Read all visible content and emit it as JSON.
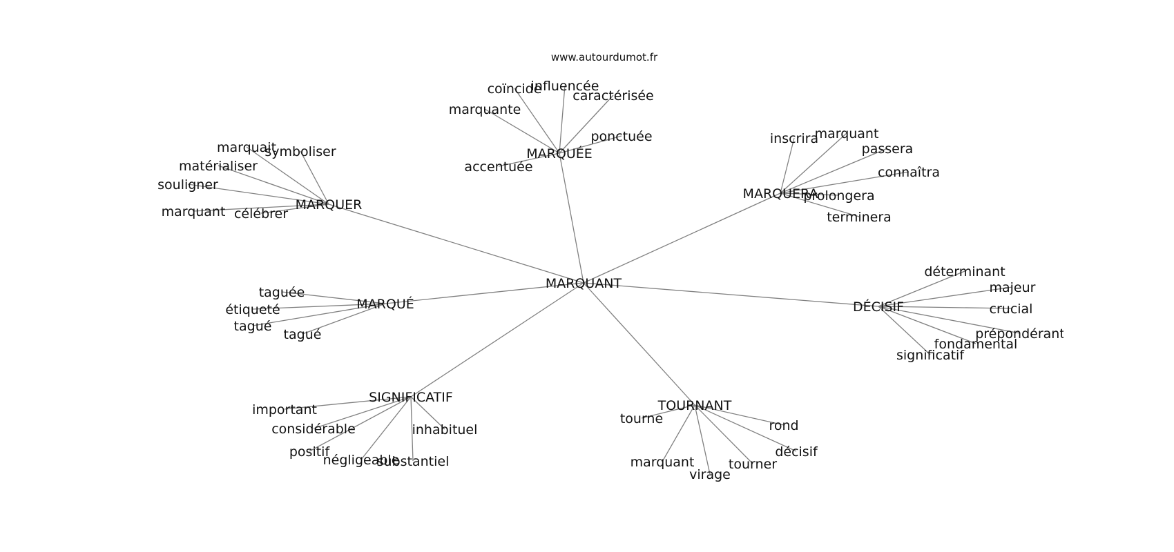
{
  "site_credit": "www.autourdumot.fr",
  "graph": {
    "center": "MARQUANT",
    "hubs": [
      {
        "id": "marquee",
        "label": "MARQUÉE",
        "leaves": [
          "coïncide",
          "influencée",
          "caractérisée",
          "marquante",
          "ponctuée",
          "accentuée"
        ]
      },
      {
        "id": "marquer",
        "label": "MARQUER",
        "leaves": [
          "marquait",
          "symboliser",
          "matérialiser",
          "souligner",
          "marquant",
          "célébrer"
        ]
      },
      {
        "id": "marquera",
        "label": "MARQUERA",
        "leaves": [
          "inscrira",
          "marquant",
          "passera",
          "connaîtra",
          "prolongera",
          "terminera"
        ]
      },
      {
        "id": "marque",
        "label": "MARQUÉ",
        "leaves": [
          "taguée",
          "étiqueté",
          "tagué",
          "tagué"
        ]
      },
      {
        "id": "decisif",
        "label": "DÉCISIF",
        "leaves": [
          "déterminant",
          "majeur",
          "crucial",
          "prépondérant",
          "fondamental",
          "significatif"
        ]
      },
      {
        "id": "significatif",
        "label": "SIGNIFICATIF",
        "leaves": [
          "important",
          "considérable",
          "positif",
          "négligeable",
          "substantiel",
          "inhabituel"
        ]
      },
      {
        "id": "tournant",
        "label": "TOURNANT",
        "leaves": [
          "tourne",
          "rond",
          "décisif",
          "marquant",
          "virage",
          "tourner"
        ]
      }
    ]
  }
}
